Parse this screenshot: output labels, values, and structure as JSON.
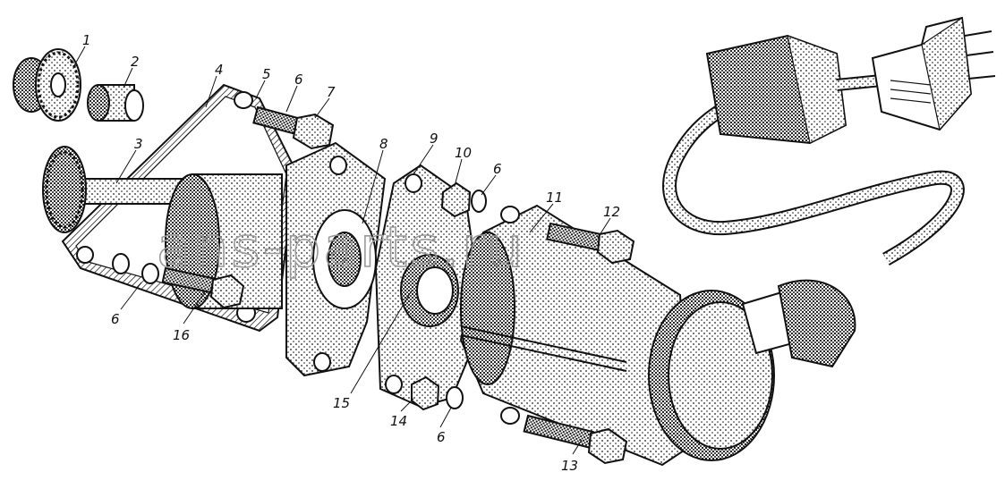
{
  "watermark": "ans-parts.ru",
  "callouts": {
    "c1": "1",
    "c2": "2",
    "c3": "3",
    "c4": "4",
    "c5": "5",
    "c6a": "6",
    "c6b": "6",
    "c6c": "6",
    "c6d": "6",
    "c7": "7",
    "c8": "8",
    "c9": "9",
    "c10": "10",
    "c11": "11",
    "c12": "12",
    "c13": "13",
    "c14": "14",
    "c15": "15",
    "c16": "16"
  }
}
